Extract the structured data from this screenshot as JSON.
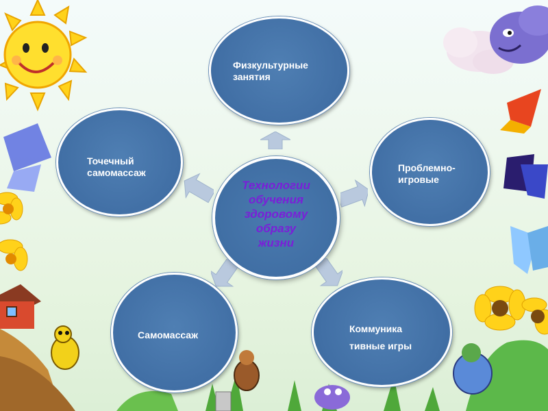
{
  "diagram": {
    "center": {
      "label": "Технологии\nобучения\nздоровому\nобразу\nжизни",
      "color": "#7a1fd8"
    },
    "nodes": [
      {
        "id": "fizkultura",
        "label": "Физкультурные\nзанятия"
      },
      {
        "id": "problemno",
        "label": "Проблемно-\nигровые"
      },
      {
        "id": "kommunikativnye",
        "label": "Коммуника\nтивные игры"
      },
      {
        "id": "samomassazh",
        "label": "Самомассаж"
      },
      {
        "id": "tochechny",
        "label": "Точечный\nсамомассаж"
      }
    ],
    "node_color": "#416fa5",
    "arrow_color": "#b9c9de"
  },
  "decorations": [
    "sun-icon",
    "cloud-character-icon",
    "butterfly-icon",
    "flower-icon",
    "house-icon",
    "bug-character-icon",
    "grass-icon"
  ]
}
